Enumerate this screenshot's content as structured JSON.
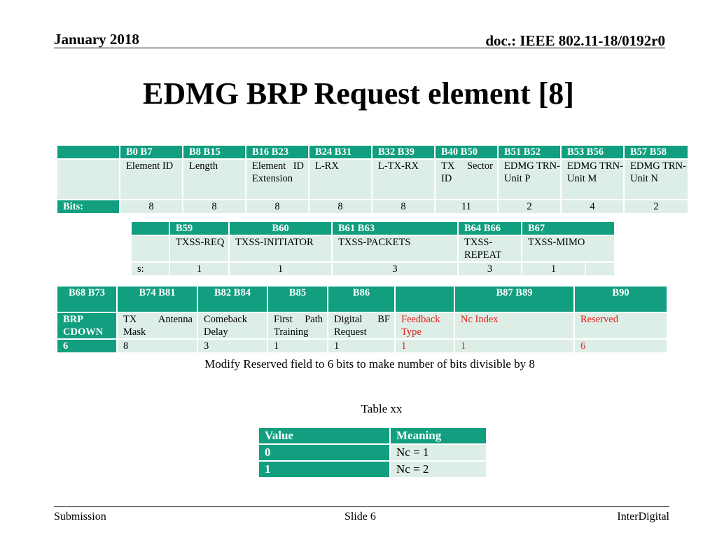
{
  "header": {
    "date": "January 2018",
    "doc": "doc.: IEEE 802.11-18/0192r0"
  },
  "title": "EDMG BRP Request element [8]",
  "table1": {
    "headers": [
      "B0     B7",
      "B8 B15",
      "B16 B23",
      "B24 B31",
      "B32 B39",
      "B40 B50",
      "B51 B52",
      "B53 B56",
      "B57 B58"
    ],
    "fields": [
      "Element ID",
      "Length",
      "Element ID Extension",
      "L-RX",
      "L-TX-RX",
      "TX Sector ID",
      "EDMG TRN-Unit P",
      "EDMG TRN-Unit M",
      "EDMG TRN-Unit N"
    ],
    "bits_label": "Bits:",
    "bits": [
      "8",
      "8",
      "8",
      "8",
      "8",
      "11",
      "2",
      "4",
      "2"
    ]
  },
  "table2": {
    "headers": [
      "B59",
      "B60",
      "B61 B63",
      "B64 B66",
      "B67"
    ],
    "fields": [
      "TXSS-REQ",
      "TXSS-INITIATOR",
      "TXSS-PACKETS",
      "TXSS-REPEAT",
      "TXSS-MIMO"
    ],
    "bits_label": "s:",
    "bits": [
      "1",
      "1",
      "3",
      "3",
      "1"
    ]
  },
  "table3": {
    "headers": [
      "B68 B73",
      "B74 B81",
      "B82 B84",
      "B85",
      "B86",
      "",
      "B87 B89",
      "B90"
    ],
    "fields": [
      "BRP CDOWN",
      "TX Antenna Mask",
      "Comeback Delay",
      "First Path Training",
      "Digital BF Request",
      "Feedback Type",
      "Nc Index",
      "Reserved"
    ],
    "bits": [
      "6",
      "8",
      "3",
      "1",
      "1",
      "1",
      "1",
      "6"
    ]
  },
  "note": "Modify Reserved field to 6 bits to make number of bits divisible by 8",
  "table_caption": "Table xx",
  "table4": {
    "headers": [
      "Value",
      "Meaning"
    ],
    "rows": [
      [
        "0",
        "Nc = 1"
      ],
      [
        "1",
        "Nc = 2"
      ]
    ]
  },
  "footer": {
    "left": "Submission",
    "center": "Slide 6",
    "right": "InterDigital"
  }
}
